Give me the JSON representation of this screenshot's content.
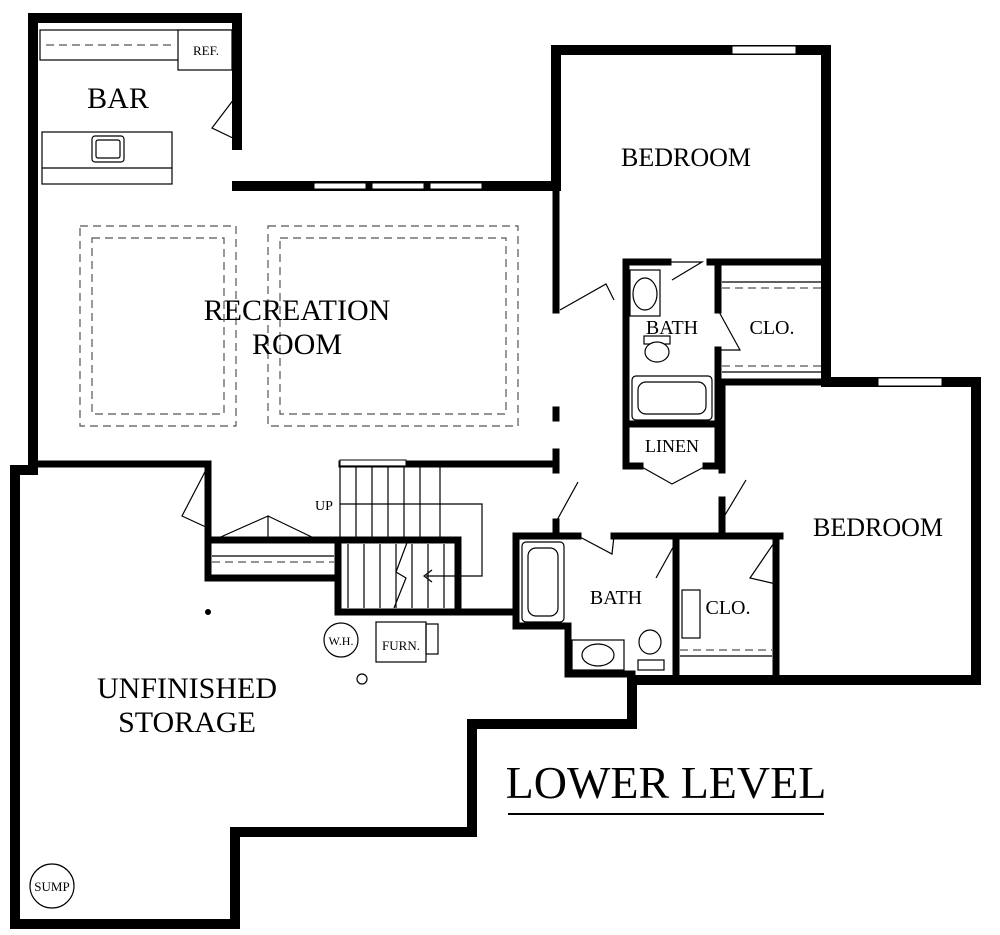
{
  "plan": {
    "title": "LOWER LEVEL",
    "rooms": {
      "bar": "BAR",
      "ref": "REF.",
      "recreation_line1": "RECREATION",
      "recreation_line2": "ROOM",
      "bedroom_upper": "BEDROOM",
      "bedroom_lower": "BEDROOM",
      "bath_upper": "BATH",
      "bath_lower": "BATH",
      "closet_upper": "CLO.",
      "closet_lower": "CLO.",
      "linen": "LINEN",
      "storage_line1": "UNFINISHED",
      "storage_line2": "STORAGE"
    },
    "fixtures": {
      "stair_up": "UP",
      "water_heater": "W.H.",
      "furnace": "FURN.",
      "sump": "SUMP"
    }
  }
}
